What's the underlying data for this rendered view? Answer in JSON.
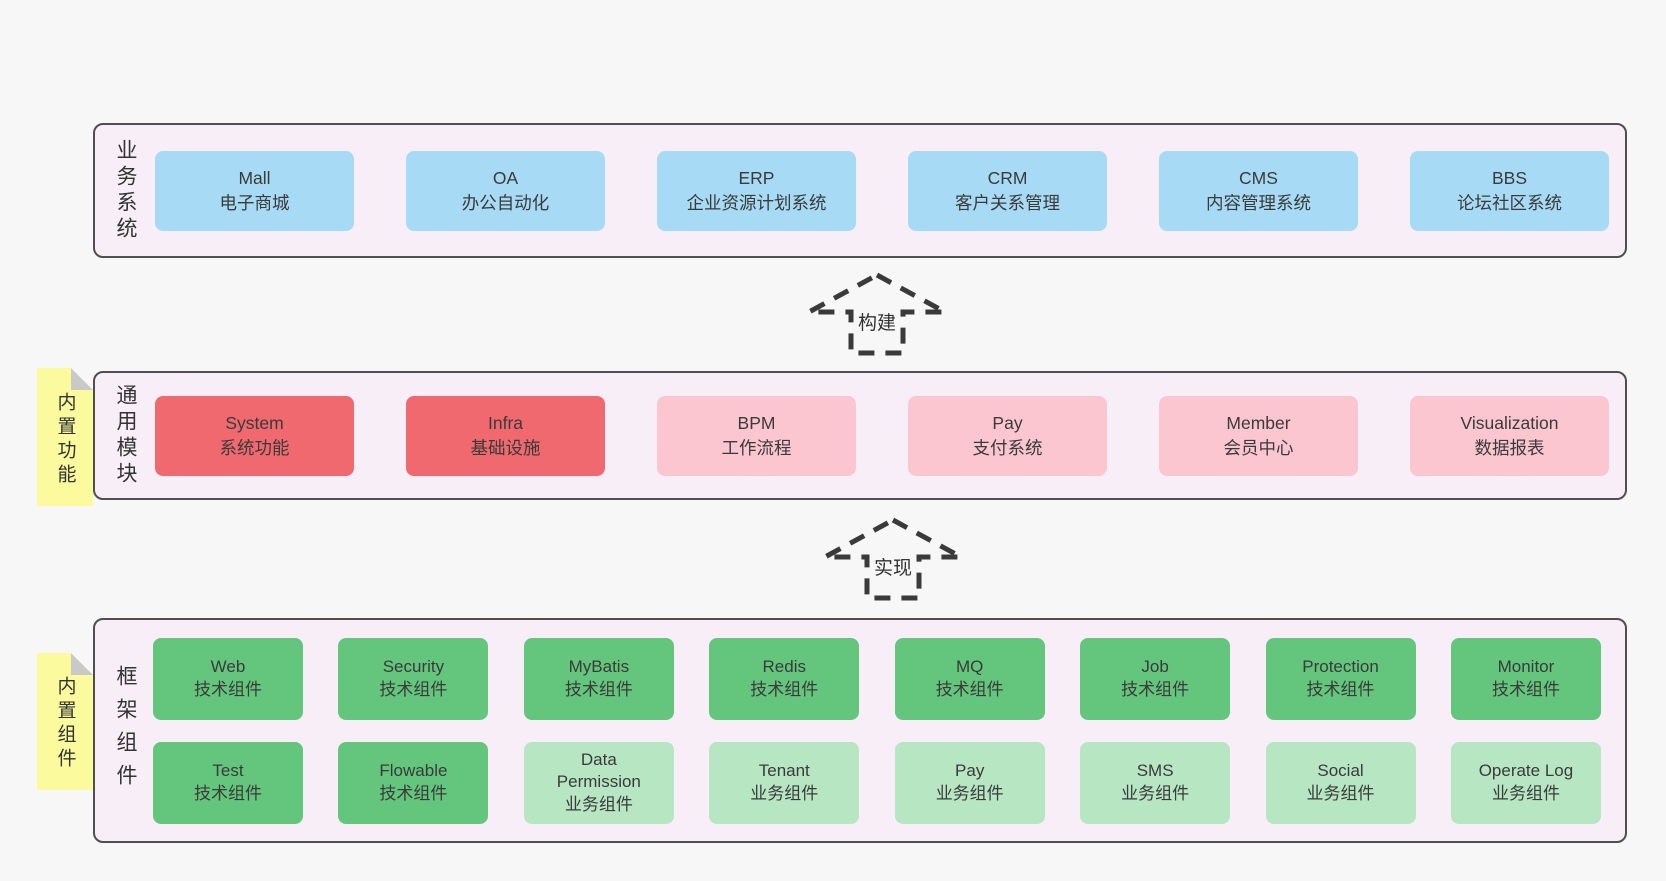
{
  "colors": {
    "page_bg": "#f7f7f7",
    "band_bg": "#f8eef7",
    "band_border": "#4f4f4f",
    "blue_box": "#a7dbf5",
    "red_box": "#f0696e",
    "pink_box": "#fbc6d0",
    "green_box": "#64c67c",
    "light_green_box": "#b7e6c3",
    "sticky_note": "#fbfa9d",
    "note_fold": "#c9c9c9",
    "arrow_stroke": "#3a3a3a",
    "text": "#333333"
  },
  "arrows": [
    {
      "label": "构建"
    },
    {
      "label": "实现"
    }
  ],
  "bands": [
    {
      "label": "业务系统",
      "boxes": [
        {
          "title": "Mall",
          "subtitle": "电子商城"
        },
        {
          "title": "OA",
          "subtitle": "办公自动化"
        },
        {
          "title": "ERP",
          "subtitle": "企业资源计划系统"
        },
        {
          "title": "CRM",
          "subtitle": "客户关系管理"
        },
        {
          "title": "CMS",
          "subtitle": "内容管理系统"
        },
        {
          "title": "BBS",
          "subtitle": "论坛社区系统"
        }
      ]
    },
    {
      "label": "通用模块",
      "note": "内置功能",
      "boxes": [
        {
          "title": "System",
          "subtitle": "系统功能",
          "variant": "red"
        },
        {
          "title": "Infra",
          "subtitle": "基础设施",
          "variant": "red"
        },
        {
          "title": "BPM",
          "subtitle": "工作流程",
          "variant": "pink"
        },
        {
          "title": "Pay",
          "subtitle": "支付系统",
          "variant": "pink"
        },
        {
          "title": "Member",
          "subtitle": "会员中心",
          "variant": "pink"
        },
        {
          "title": "Visualization",
          "subtitle": "数据报表",
          "variant": "pink"
        }
      ]
    },
    {
      "label": "框架组件",
      "note": "内置组件",
      "rows": [
        [
          {
            "title": "Web",
            "subtitle": "技术组件",
            "variant": "green"
          },
          {
            "title": "Security",
            "subtitle": "技术组件",
            "variant": "green"
          },
          {
            "title": "MyBatis",
            "subtitle": "技术组件",
            "variant": "green"
          },
          {
            "title": "Redis",
            "subtitle": "技术组件",
            "variant": "green"
          },
          {
            "title": "MQ",
            "subtitle": "技术组件",
            "variant": "green"
          },
          {
            "title": "Job",
            "subtitle": "技术组件",
            "variant": "green"
          },
          {
            "title": "Protection",
            "subtitle": "技术组件",
            "variant": "green"
          },
          {
            "title": "Monitor",
            "subtitle": "技术组件",
            "variant": "green"
          }
        ],
        [
          {
            "title": "Test",
            "subtitle": "技术组件",
            "variant": "green"
          },
          {
            "title": "Flowable",
            "subtitle": "技术组件",
            "variant": "green"
          },
          {
            "title": "Data Permission",
            "subtitle": "业务组件",
            "variant": "green-light"
          },
          {
            "title": "Tenant",
            "subtitle": "业务组件",
            "variant": "green-light"
          },
          {
            "title": "Pay",
            "subtitle": "业务组件",
            "variant": "green-light"
          },
          {
            "title": "SMS",
            "subtitle": "业务组件",
            "variant": "green-light"
          },
          {
            "title": "Social",
            "subtitle": "业务组件",
            "variant": "green-light"
          },
          {
            "title": "Operate Log",
            "subtitle": "业务组件",
            "variant": "green-light"
          }
        ]
      ]
    }
  ]
}
